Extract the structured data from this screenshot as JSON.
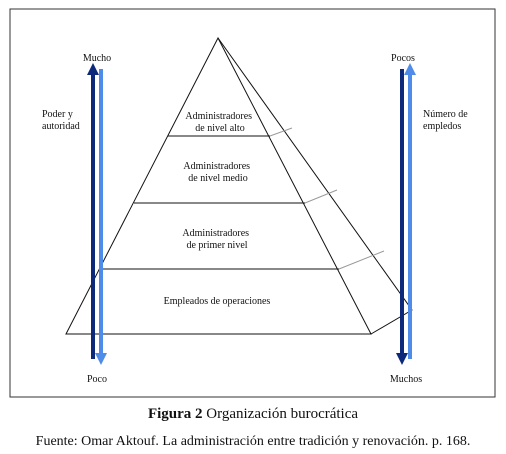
{
  "pyramid": {
    "levels": [
      {
        "lines": [
          "Administradores",
          "de nivel alto"
        ]
      },
      {
        "lines": [
          "Administradores",
          "de nivel medio"
        ]
      },
      {
        "lines": [
          "Administradores",
          "de  primer nivel"
        ]
      },
      {
        "lines": [
          "Empleados de operaciones"
        ]
      }
    ]
  },
  "left_axis": {
    "top_label": "Mucho",
    "bottom_label": "Poco",
    "side_label_lines": [
      "Poder y",
      "autoridad"
    ]
  },
  "right_axis": {
    "top_label": "Pocos",
    "bottom_label": "Muchos",
    "side_label_lines": [
      "Número de",
      "empledos"
    ]
  },
  "caption": {
    "figure_label": "Figura 2",
    "title": " Organización burocrática",
    "source": "Fuente: Omar Aktouf. La administración entre tradición y renovación.  p. 168."
  },
  "colors": {
    "arrow_dark": "#0d2a7a",
    "arrow_light": "#4f8be8",
    "line": "#111111",
    "face_line": "#9a9a9a",
    "frame": "#333333"
  }
}
